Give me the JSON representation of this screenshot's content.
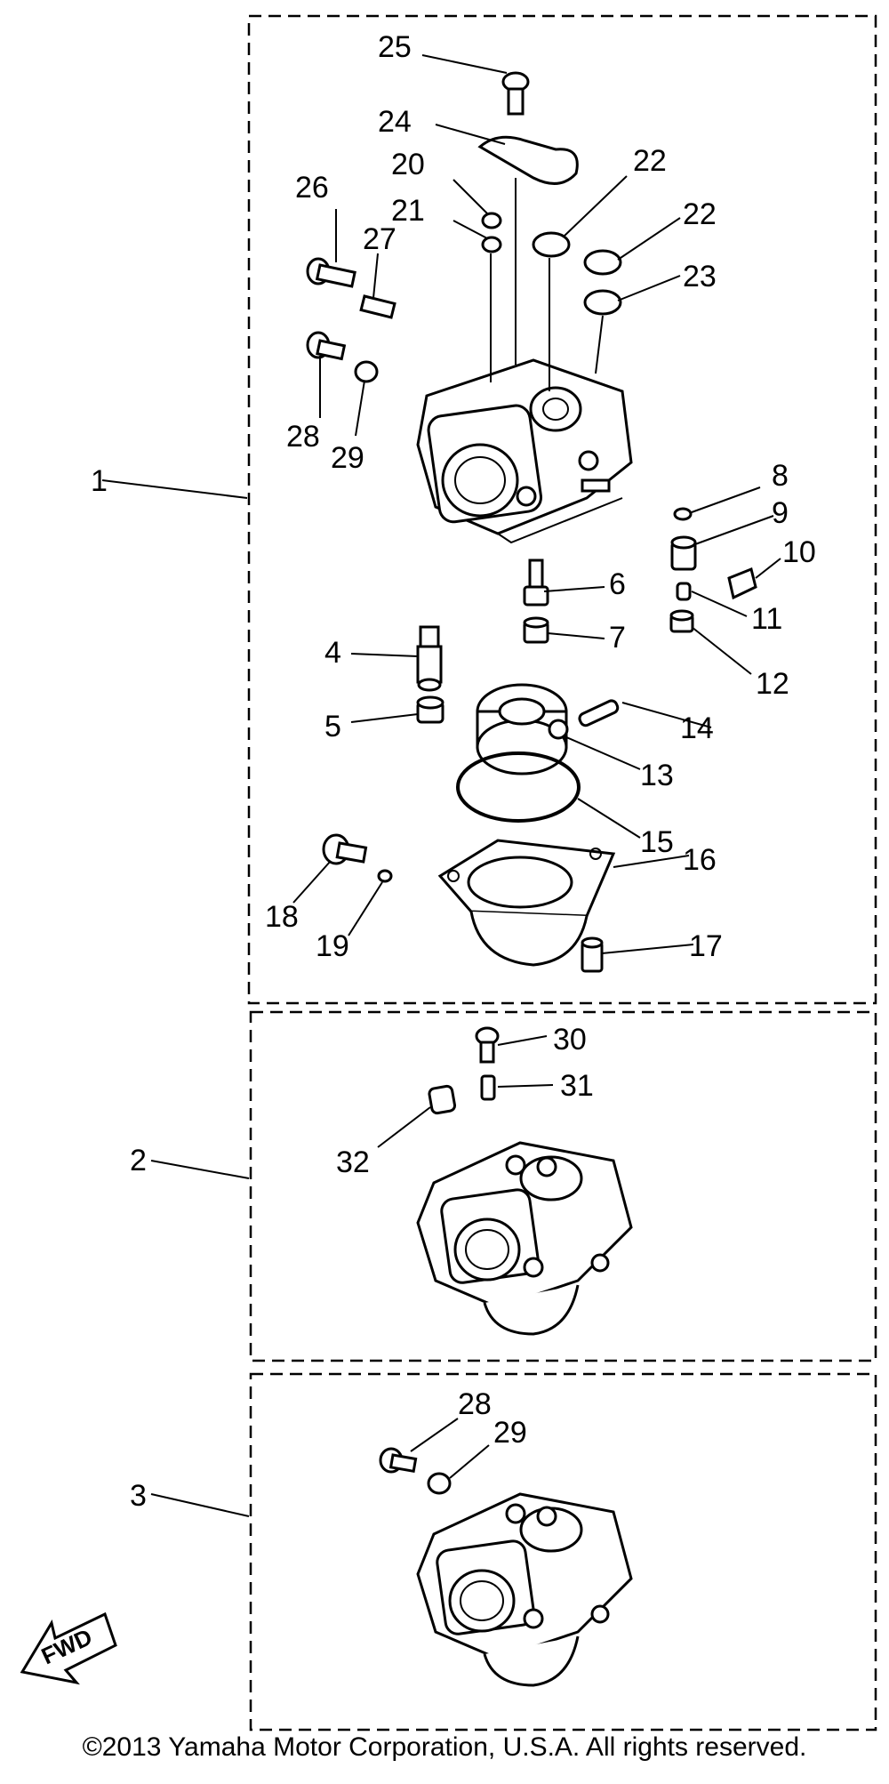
{
  "callouts": {
    "c1": "1",
    "c2": "2",
    "c3": "3",
    "c4": "4",
    "c5": "5",
    "c6": "6",
    "c7": "7",
    "c8": "8",
    "c9": "9",
    "c10": "10",
    "c11": "11",
    "c12": "12",
    "c13": "13",
    "c14": "14",
    "c15": "15",
    "c16": "16",
    "c17": "17",
    "c18": "18",
    "c19": "19",
    "c20": "20",
    "c21": "21",
    "c22a": "22",
    "c22b": "22",
    "c23": "23",
    "c24": "24",
    "c25": "25",
    "c26": "26",
    "c27": "27",
    "c28a": "28",
    "c29a": "29",
    "c30": "30",
    "c31": "31",
    "c32": "32",
    "c28b": "28",
    "c29b": "29"
  },
  "fwd_label": "FWD",
  "copyright": "©2013 Yamaha Motor Corporation, U.S.A. All rights reserved."
}
